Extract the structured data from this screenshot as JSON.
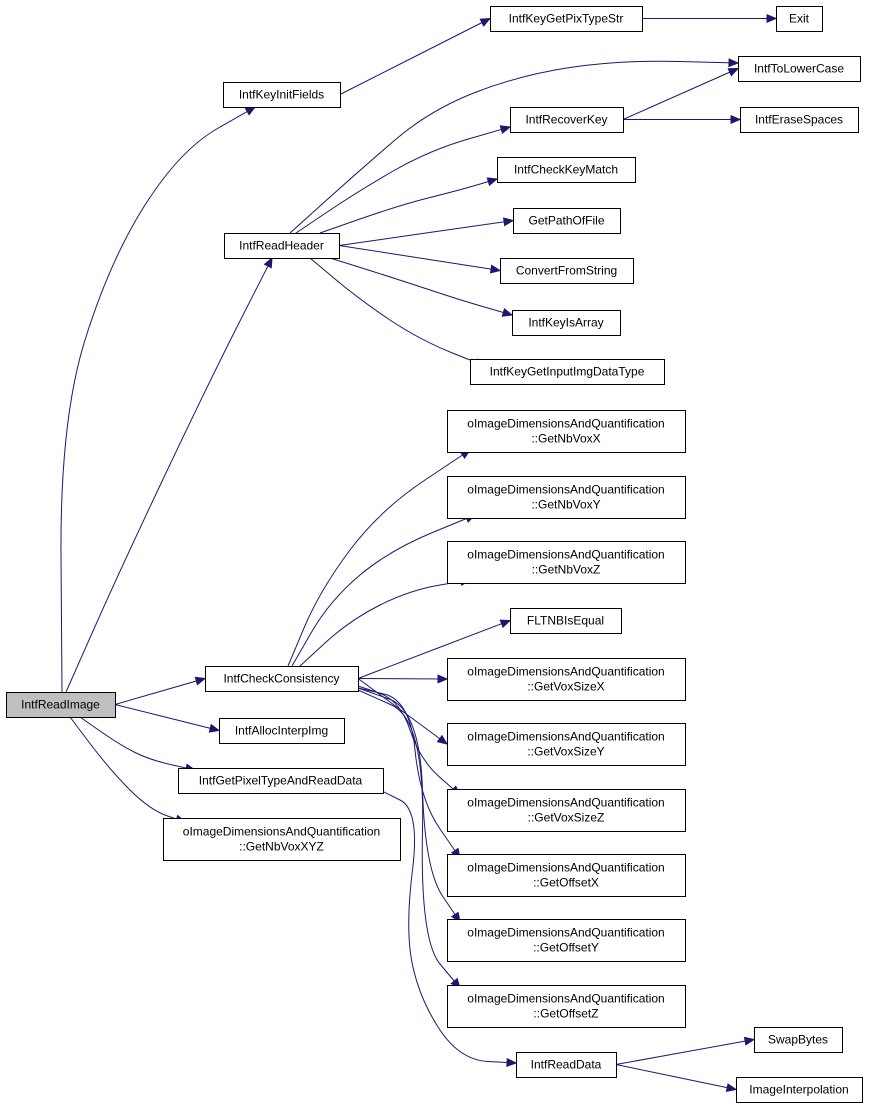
{
  "diagram": {
    "type": "call-graph",
    "edge_color": "#191970",
    "root_fill": "#bfbfbf",
    "node_fill": "#ffffff",
    "nodes": [
      {
        "id": "IntfReadImage",
        "lines": [
          "IntfReadImage"
        ]
      },
      {
        "id": "IntfKeyInitFields",
        "lines": [
          "IntfKeyInitFields"
        ]
      },
      {
        "id": "IntfKeyGetPixTypeStr",
        "lines": [
          "IntfKeyGetPixTypeStr"
        ]
      },
      {
        "id": "Exit",
        "lines": [
          "Exit"
        ]
      },
      {
        "id": "IntfToLowerCase",
        "lines": [
          "IntfToLowerCase"
        ]
      },
      {
        "id": "IntfRecoverKey",
        "lines": [
          "IntfRecoverKey"
        ]
      },
      {
        "id": "IntfEraseSpaces",
        "lines": [
          "IntfEraseSpaces"
        ]
      },
      {
        "id": "IntfCheckKeyMatch",
        "lines": [
          "IntfCheckKeyMatch"
        ]
      },
      {
        "id": "IntfReadHeader",
        "lines": [
          "IntfReadHeader"
        ]
      },
      {
        "id": "GetPathOfFile",
        "lines": [
          "GetPathOfFile"
        ]
      },
      {
        "id": "ConvertFromString",
        "lines": [
          "ConvertFromString"
        ]
      },
      {
        "id": "IntfKeyIsArray",
        "lines": [
          "IntfKeyIsArray"
        ]
      },
      {
        "id": "IntfKeyGetInputImgDataType",
        "lines": [
          "IntfKeyGetInputImgDataType"
        ]
      },
      {
        "id": "GetNbVoxX",
        "lines": [
          "oImageDimensionsAndQuantification",
          "::GetNbVoxX"
        ]
      },
      {
        "id": "GetNbVoxY",
        "lines": [
          "oImageDimensionsAndQuantification",
          "::GetNbVoxY"
        ]
      },
      {
        "id": "GetNbVoxZ",
        "lines": [
          "oImageDimensionsAndQuantification",
          "::GetNbVoxZ"
        ]
      },
      {
        "id": "FLTNBIsEqual",
        "lines": [
          "FLTNBIsEqual"
        ]
      },
      {
        "id": "IntfCheckConsistency",
        "lines": [
          "IntfCheckConsistency"
        ]
      },
      {
        "id": "GetVoxSizeX",
        "lines": [
          "oImageDimensionsAndQuantification",
          "::GetVoxSizeX"
        ]
      },
      {
        "id": "IntfAllocInterpImg",
        "lines": [
          "IntfAllocInterpImg"
        ]
      },
      {
        "id": "GetVoxSizeY",
        "lines": [
          "oImageDimensionsAndQuantification",
          "::GetVoxSizeY"
        ]
      },
      {
        "id": "IntfGetPixelTypeAndReadData",
        "lines": [
          "IntfGetPixelTypeAndReadData"
        ]
      },
      {
        "id": "GetVoxSizeZ",
        "lines": [
          "oImageDimensionsAndQuantification",
          "::GetVoxSizeZ"
        ]
      },
      {
        "id": "GetNbVoxXYZ",
        "lines": [
          "oImageDimensionsAndQuantification",
          "::GetNbVoxXYZ"
        ]
      },
      {
        "id": "GetOffsetX",
        "lines": [
          "oImageDimensionsAndQuantification",
          "::GetOffsetX"
        ]
      },
      {
        "id": "GetOffsetY",
        "lines": [
          "oImageDimensionsAndQuantification",
          "::GetOffsetY"
        ]
      },
      {
        "id": "GetOffsetZ",
        "lines": [
          "oImageDimensionsAndQuantification",
          "::GetOffsetZ"
        ]
      },
      {
        "id": "IntfReadData",
        "lines": [
          "IntfReadData"
        ]
      },
      {
        "id": "SwapBytes",
        "lines": [
          "SwapBytes"
        ]
      },
      {
        "id": "ImageInterpolation",
        "lines": [
          "ImageInterpolation"
        ]
      }
    ],
    "edges": [
      {
        "from": "IntfReadImage",
        "to": "IntfKeyInitFields"
      },
      {
        "from": "IntfReadImage",
        "to": "IntfReadHeader"
      },
      {
        "from": "IntfReadImage",
        "to": "IntfCheckConsistency"
      },
      {
        "from": "IntfReadImage",
        "to": "IntfAllocInterpImg"
      },
      {
        "from": "IntfReadImage",
        "to": "IntfGetPixelTypeAndReadData"
      },
      {
        "from": "IntfReadImage",
        "to": "GetNbVoxXYZ"
      },
      {
        "from": "IntfKeyInitFields",
        "to": "IntfKeyGetPixTypeStr"
      },
      {
        "from": "IntfKeyGetPixTypeStr",
        "to": "Exit"
      },
      {
        "from": "IntfReadHeader",
        "to": "IntfToLowerCase"
      },
      {
        "from": "IntfReadHeader",
        "to": "IntfRecoverKey"
      },
      {
        "from": "IntfReadHeader",
        "to": "IntfCheckKeyMatch"
      },
      {
        "from": "IntfReadHeader",
        "to": "GetPathOfFile"
      },
      {
        "from": "IntfReadHeader",
        "to": "ConvertFromString"
      },
      {
        "from": "IntfReadHeader",
        "to": "IntfKeyIsArray"
      },
      {
        "from": "IntfReadHeader",
        "to": "IntfKeyGetInputImgDataType"
      },
      {
        "from": "IntfRecoverKey",
        "to": "IntfToLowerCase"
      },
      {
        "from": "IntfRecoverKey",
        "to": "IntfEraseSpaces"
      },
      {
        "from": "IntfCheckConsistency",
        "to": "GetNbVoxX"
      },
      {
        "from": "IntfCheckConsistency",
        "to": "GetNbVoxY"
      },
      {
        "from": "IntfCheckConsistency",
        "to": "GetNbVoxZ"
      },
      {
        "from": "IntfCheckConsistency",
        "to": "FLTNBIsEqual"
      },
      {
        "from": "IntfCheckConsistency",
        "to": "GetVoxSizeX"
      },
      {
        "from": "IntfCheckConsistency",
        "to": "GetVoxSizeY"
      },
      {
        "from": "IntfCheckConsistency",
        "to": "GetVoxSizeZ"
      },
      {
        "from": "IntfCheckConsistency",
        "to": "GetOffsetX"
      },
      {
        "from": "IntfCheckConsistency",
        "to": "GetOffsetY"
      },
      {
        "from": "IntfCheckConsistency",
        "to": "GetOffsetZ"
      },
      {
        "from": "IntfGetPixelTypeAndReadData",
        "to": "IntfReadData"
      },
      {
        "from": "IntfReadData",
        "to": "SwapBytes"
      },
      {
        "from": "IntfReadData",
        "to": "ImageInterpolation"
      }
    ]
  }
}
